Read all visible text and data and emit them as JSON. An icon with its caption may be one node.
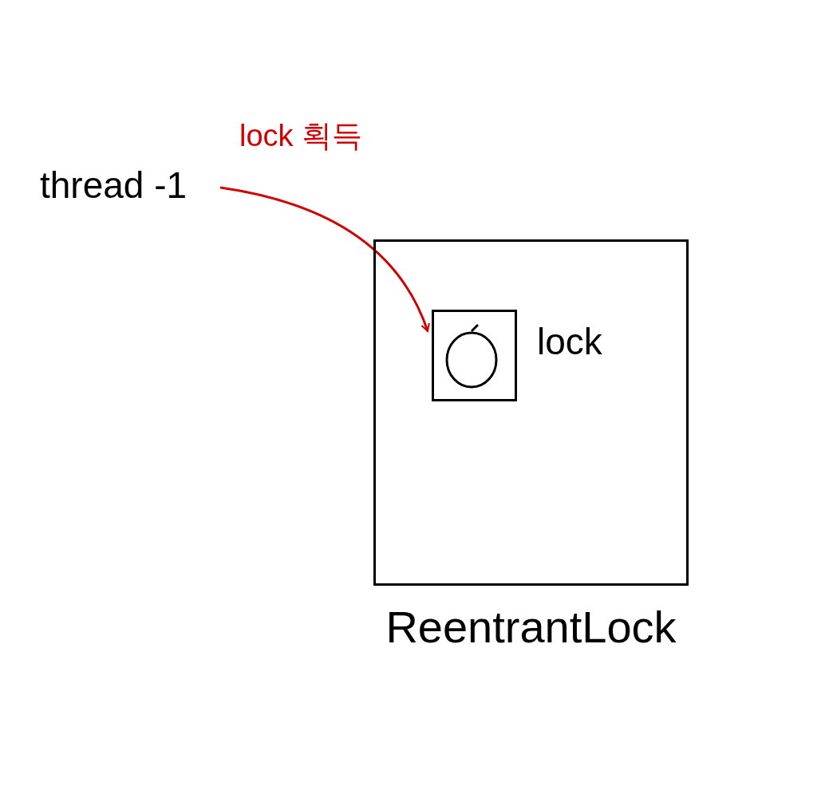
{
  "diagram": {
    "nodes": [
      {
        "text": [
          "thread -1"
        ]
      },
      {
        "text": [
          "ReentrantLock"
        ]
      },
      {
        "text": [],
        "shape": "box",
        "in": 1,
        "beside": [
          "lock"
        ]
      },
      {
        "text": [],
        "shape": "circle",
        "in": 2
      }
    ],
    "edges": [
      {
        "from": 0,
        "to": 2,
        "arrow": "to",
        "label": "lock 획득",
        "color": "#d00000"
      }
    ]
  }
}
